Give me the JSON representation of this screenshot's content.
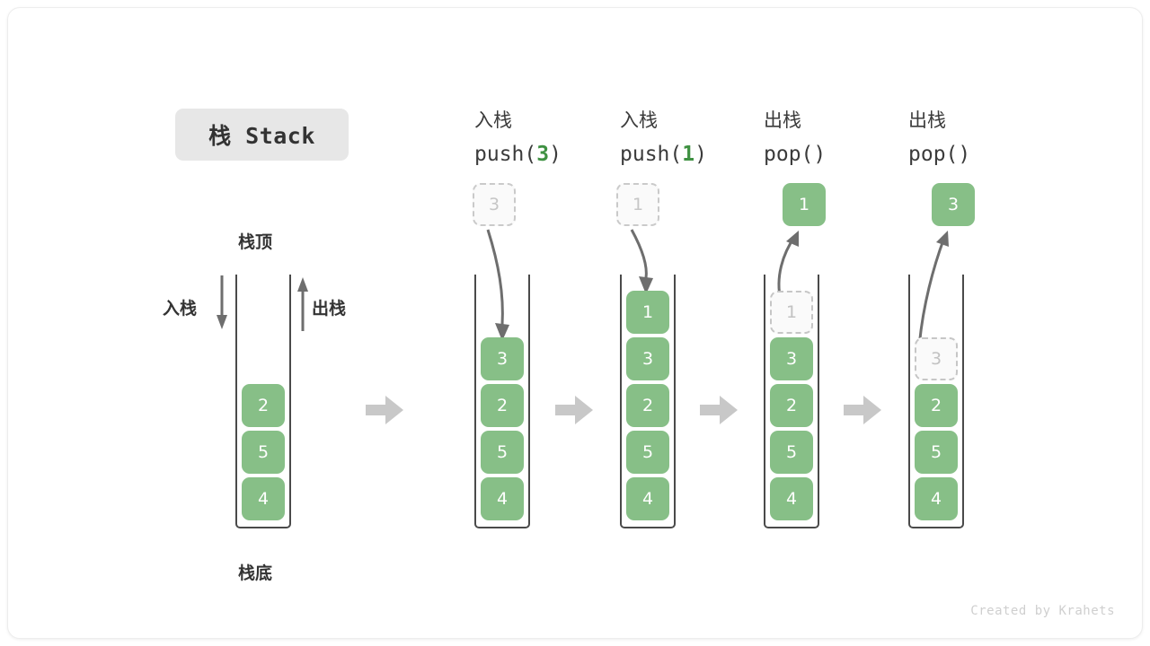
{
  "title": {
    "text": "栈 Stack"
  },
  "left_stack": {
    "top_label": "栈顶",
    "bottom_label": "栈底",
    "push_label": "入栈",
    "pop_label": "出栈",
    "cells": [
      "2",
      "5",
      "4"
    ]
  },
  "columns": [
    {
      "op_cn": "入栈",
      "code_prefix": "push(",
      "code_arg": "3",
      "code_suffix": ")",
      "floating": {
        "value": "3",
        "style": "ghost"
      },
      "arrow_direction": "down",
      "cells": [
        {
          "value": "3",
          "style": "solid"
        },
        {
          "value": "2",
          "style": "solid"
        },
        {
          "value": "5",
          "style": "solid"
        },
        {
          "value": "4",
          "style": "solid"
        }
      ]
    },
    {
      "op_cn": "入栈",
      "code_prefix": "push(",
      "code_arg": "1",
      "code_suffix": ")",
      "floating": {
        "value": "1",
        "style": "ghost"
      },
      "arrow_direction": "down",
      "cells": [
        {
          "value": "1",
          "style": "solid"
        },
        {
          "value": "3",
          "style": "solid"
        },
        {
          "value": "2",
          "style": "solid"
        },
        {
          "value": "5",
          "style": "solid"
        },
        {
          "value": "4",
          "style": "solid"
        }
      ]
    },
    {
      "op_cn": "出栈",
      "code_prefix": "pop(",
      "code_arg": "",
      "code_suffix": ")",
      "floating": {
        "value": "1",
        "style": "solid"
      },
      "arrow_direction": "up",
      "cells": [
        {
          "value": "1",
          "style": "ghost"
        },
        {
          "value": "3",
          "style": "solid"
        },
        {
          "value": "2",
          "style": "solid"
        },
        {
          "value": "5",
          "style": "solid"
        },
        {
          "value": "4",
          "style": "solid"
        }
      ]
    },
    {
      "op_cn": "出栈",
      "code_prefix": "pop(",
      "code_arg": "",
      "code_suffix": ")",
      "floating": {
        "value": "3",
        "style": "solid"
      },
      "arrow_direction": "up",
      "cells": [
        {
          "value": "3",
          "style": "ghost"
        },
        {
          "value": "2",
          "style": "solid"
        },
        {
          "value": "5",
          "style": "solid"
        },
        {
          "value": "4",
          "style": "solid"
        }
      ]
    }
  ],
  "colors": {
    "green": "#87bf87",
    "accent_text_green": "#3f9142",
    "ghost_border": "#c6c6c6",
    "arrow_gray": "#6e6e6e",
    "block_arrow": "#c8c8c8",
    "chip_bg": "#e7e7e7"
  },
  "credit": "Created by Krahets"
}
